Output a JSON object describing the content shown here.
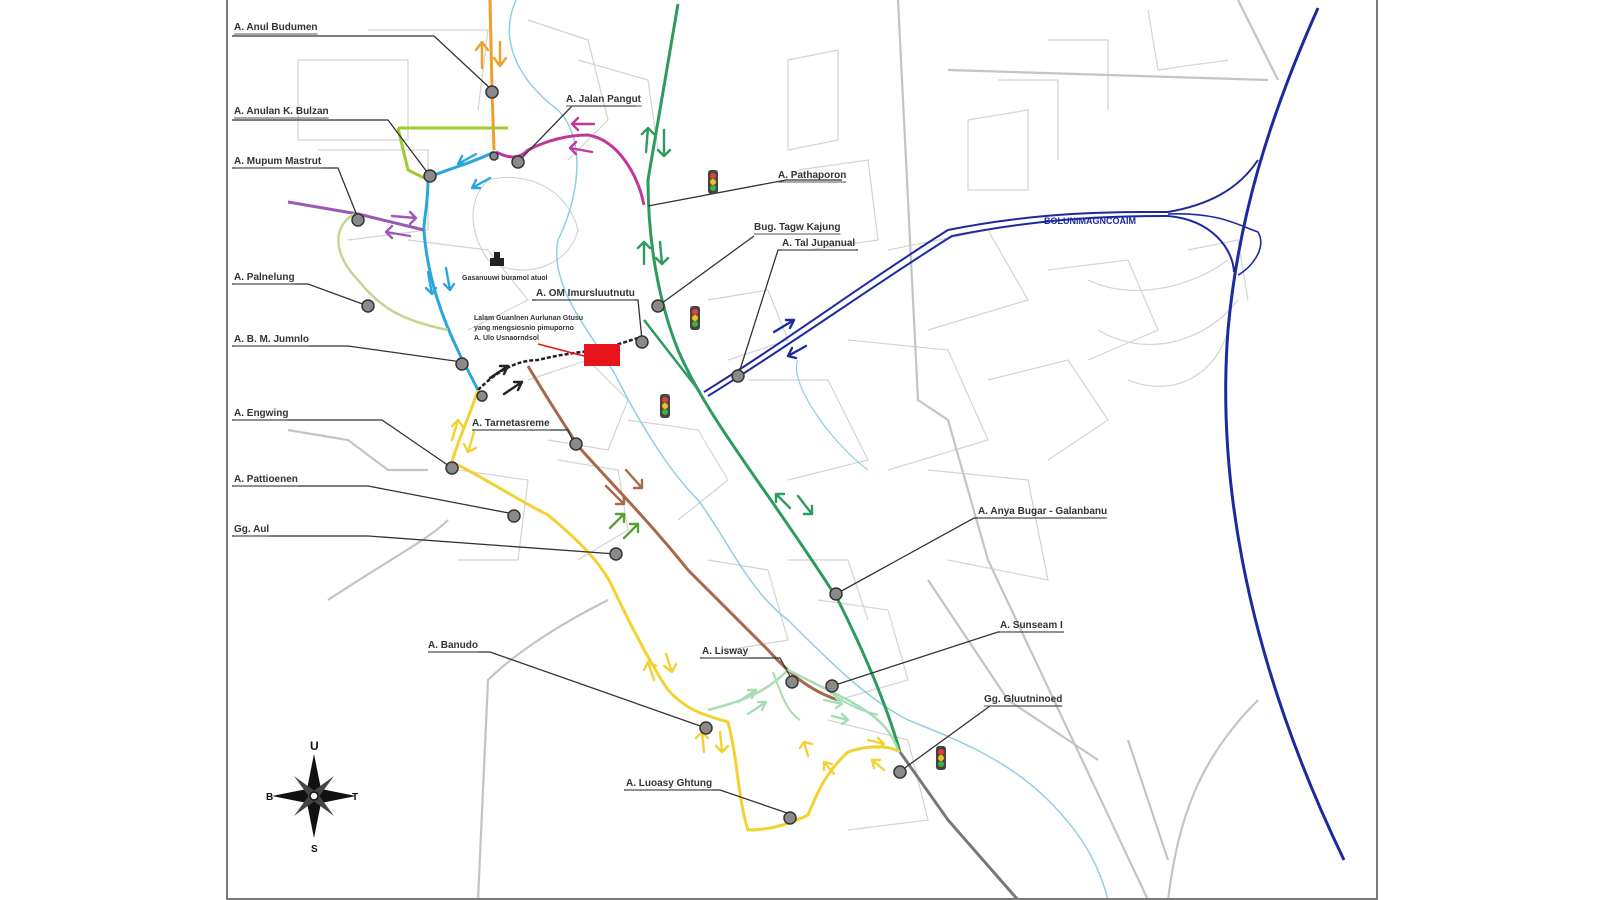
{
  "labels": {
    "l1": "A. Anul Budumen",
    "l2": "A. Anulan K. Bulzan",
    "l3": "A. Mupum Mastrut",
    "l4": "A. Palnelung",
    "l5": "A. B. M. Jumnlo",
    "l6": "A. Engwing",
    "l7": "A. Pattioenen",
    "l8": "Gg. Aul",
    "l9": "A. Jalan Pangut",
    "l10": "A. Pathaporon",
    "l11": "Bug. Tagw Kajung",
    "l12": "A. Tal Jupanual",
    "l13": "A. OM Imursluutnutu",
    "l14": "A. Tarnetasreme",
    "l15": "A. Anya Bugar - Galanbanu",
    "l16": "A. Sunseam I",
    "l17": "Gg. Gluutninoed",
    "l18": "A. Banudo",
    "l19": "A. Lisway",
    "l20": "A. Luoasy Ghtung",
    "highway": "BOLUNIMAGNCOAIM",
    "landmark": "Gasanuuwi buramol atuol",
    "closure_1": "Lalam Guanlnen Aurlunan Gtusu",
    "closure_2": "yang mengsiosnio pimuporno",
    "closure_3": "A. Ulo Usnaorndsol"
  },
  "compass": {
    "north": "U",
    "south": "S",
    "east": "T",
    "west": "B"
  },
  "colors": {
    "green_route": "#2e9b5e",
    "blue_route": "#2aa6df",
    "yellow_route": "#f2d233",
    "brown_route": "#a8684a",
    "magenta_route": "#c0389b",
    "orange_route": "#f0a02a",
    "lime_route": "#9ccc2e",
    "purple_route": "#9b59b6",
    "highway": "#1d2a9e",
    "river": "#8fd0de",
    "closure": "#e8141c"
  },
  "icons": {
    "traffic_light": "traffic-light-icon",
    "closure": "road-closure-icon",
    "landmark": "monument-icon",
    "compass": "compass-rose-icon"
  }
}
